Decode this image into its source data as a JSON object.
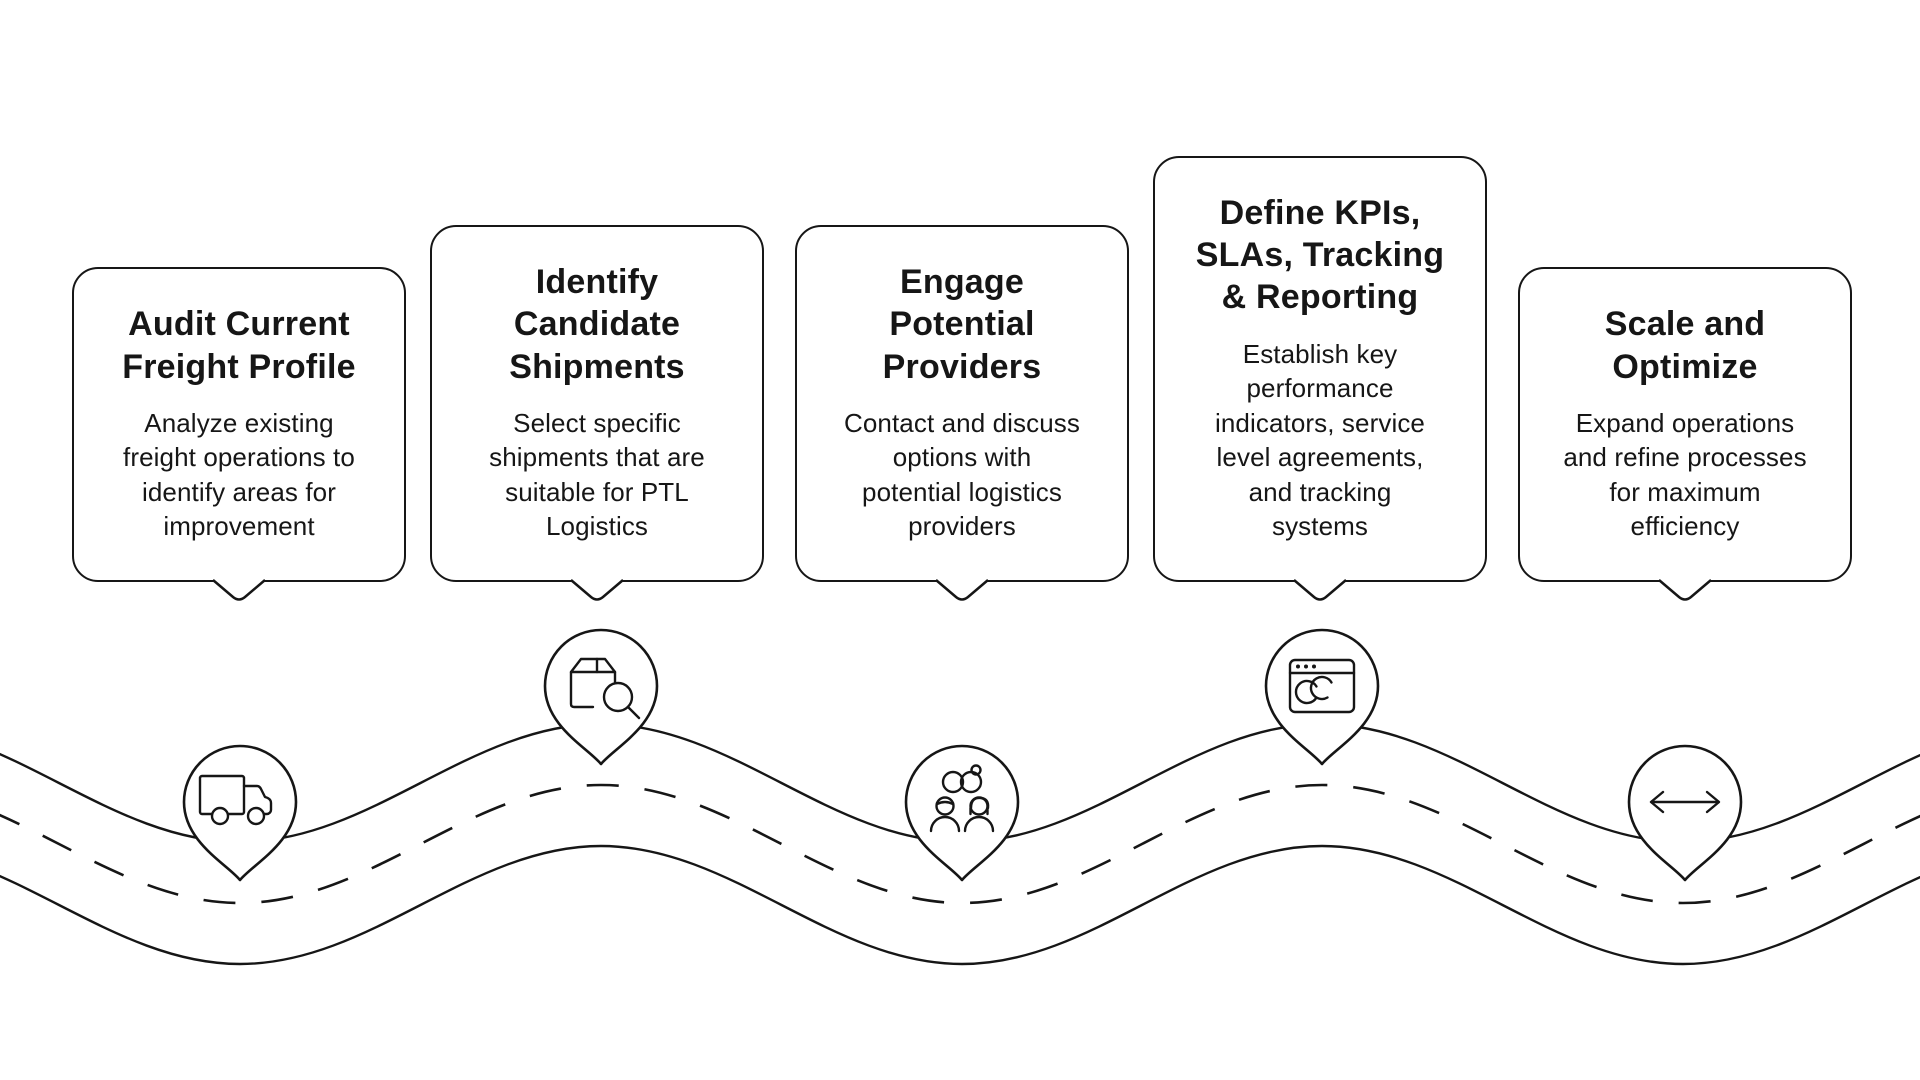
{
  "diagram": {
    "kind": "roadmap-process",
    "background_color": "#ffffff",
    "stroke_color": "#161616",
    "road": {
      "edge_style": "solid",
      "center_line_style": "dashed"
    },
    "steps": [
      {
        "order": 1,
        "title": "Audit Current\nFreight Profile",
        "description": "Analyze existing\nfreight operations to\nidentify areas for\nimprovement",
        "icon": "truck-icon",
        "pin_position": "trough"
      },
      {
        "order": 2,
        "title": "Identify\nCandidate\nShipments",
        "description": "Select specific\nshipments that are\nsuitable for PTL\nLogistics",
        "icon": "package-search-icon",
        "pin_position": "crest"
      },
      {
        "order": 3,
        "title": "Engage\nPotential\nProviders",
        "description": "Contact and discuss\noptions with\npotential logistics\nproviders",
        "icon": "partnership-icon",
        "pin_position": "trough"
      },
      {
        "order": 4,
        "title": "Define KPIs,\nSLAs, Tracking\n& Reporting",
        "description": "Establish key\nperformance\nindicators, service\nlevel agreements,\nand tracking\nsystems",
        "icon": "tracking-dashboard-icon",
        "pin_position": "crest"
      },
      {
        "order": 5,
        "title": "Scale and\nOptimize",
        "description": "Expand operations\nand refine processes\nfor maximum\nefficiency",
        "icon": "expand-arrows-icon",
        "pin_position": "trough"
      }
    ]
  }
}
